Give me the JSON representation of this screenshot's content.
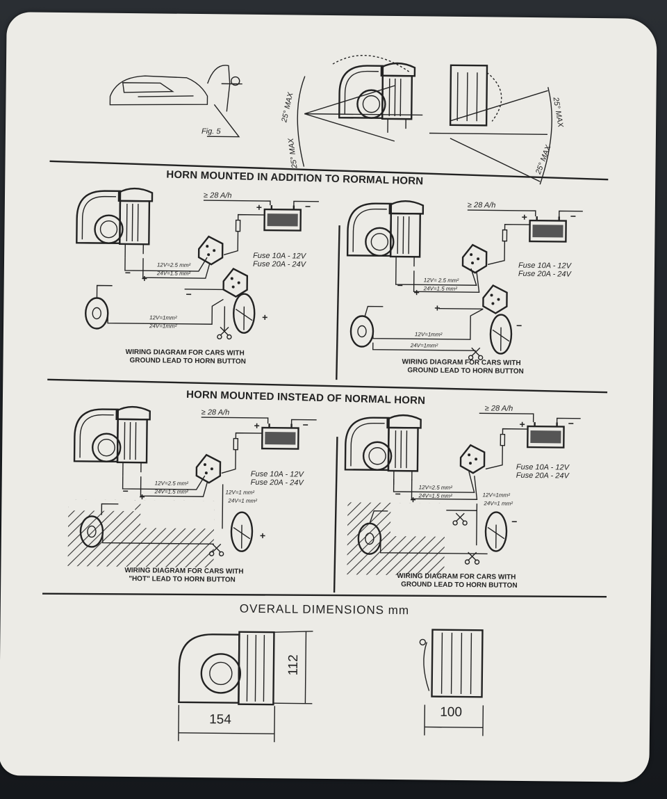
{
  "top": {
    "angle_labels": [
      "25° MAX",
      "25° MAX",
      "25° MAX",
      "25° MAX"
    ],
    "fig_label": "Fig. 5"
  },
  "section1": {
    "title": "HORN MOUNTED IN ADDITION TO RORMAL HORN",
    "left": {
      "ah": "≥ 28 A/h",
      "fuse1": "Fuse 10A - 12V",
      "fuse2": "Fuse 20A - 24V",
      "wire_a1": "12V=2.5 mm²",
      "wire_a2": "24V=1.5 mm²",
      "wire_b1": "12V=1mm²",
      "wire_b2": "24V=1mm²",
      "caption1": "WIRING DIAGRAM FOR CARS WITH",
      "caption2": "GROUND LEAD TO HORN BUTTON"
    },
    "right": {
      "ah": "≥ 28 A/h",
      "fuse1": "Fuse 10A - 12V",
      "fuse2": "Fuse 20A - 24V",
      "wire_a1": "12V= 2.5 mm²",
      "wire_a2": "24V=1.5 mm²",
      "wire_b1": "12V=1mm²",
      "wire_b2": "24V=1mm²",
      "caption1": "WIRING DIAGRAM FOR CARS WITH",
      "caption2": "GROUND LEAD TO HORN BUTTON"
    }
  },
  "section2": {
    "title": "HORN MOUNTED INSTEAD OF NORMAL HORN",
    "left": {
      "ah": "≥ 28 A/h",
      "fuse1": "Fuse 10A - 12V",
      "fuse2": "Fuse 20A - 24V",
      "wire_a1": "12V=2.5 mm²",
      "wire_a2": "24V=1.5 mm²",
      "wire_b1": "12V=1 mm²",
      "wire_b2": "24V=1 mm²",
      "caption1": "WIRING DIAGRAM FOR CARS WITH",
      "caption2": "\"HOT\" LEAD TO HORN BUTTON"
    },
    "right": {
      "ah": "≥ 28 A/h",
      "fuse1": "Fuse 10A - 12V",
      "fuse2": "Fuse 20A - 24V",
      "wire_a1": "12V=2.5 mm²",
      "wire_a2": "24V=1.5 mm²",
      "wire_b1": "12V=1mm²",
      "wire_b2": "24V=1 mm²",
      "caption1": "WIRING DIAGRAM FOR CARS WITH",
      "caption2": "GROUND LEAD TO HORN BUTTON"
    }
  },
  "dimensions": {
    "title": "OVERALL DIMENSIONS mm",
    "height": "112",
    "length": "154",
    "width": "100"
  },
  "colors": {
    "paper": "#ecebe6",
    "ink": "#222222",
    "background": "#1e2226"
  }
}
